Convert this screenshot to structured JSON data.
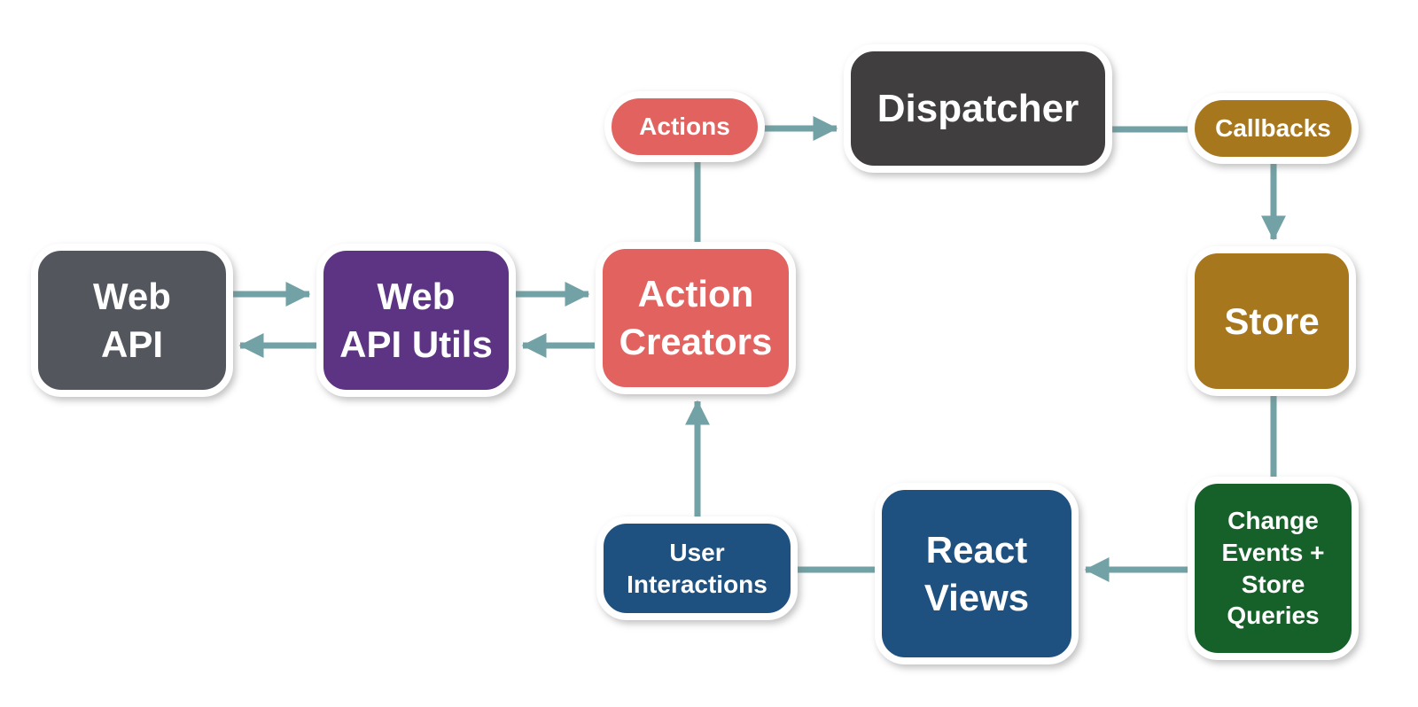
{
  "colors": {
    "background": "#ffffff",
    "arrow": "#72a2a5",
    "node_border": "#ffffff",
    "node_text": "#ffffff"
  },
  "nodes": {
    "web_api": {
      "label": "Web\nAPI",
      "color": "#54565e"
    },
    "web_api_utils": {
      "label": "Web\nAPI Utils",
      "color": "#5d3484"
    },
    "action_creators": {
      "label": "Action\nCreators",
      "color": "#e2625f"
    },
    "actions": {
      "label": "Actions",
      "color": "#e2625f"
    },
    "dispatcher": {
      "label": "Dispatcher",
      "color": "#413e3f"
    },
    "callbacks": {
      "label": "Callbacks",
      "color": "#a6771d"
    },
    "store": {
      "label": "Store",
      "color": "#a6771d"
    },
    "change_events": {
      "label": "Change\nEvents +\nStore\nQueries",
      "color": "#16602a"
    },
    "react_views": {
      "label": "React\nViews",
      "color": "#1e5180"
    },
    "user_interactions": {
      "label": "User\nInteractions",
      "color": "#1e5180"
    }
  },
  "edges": [
    {
      "from": "web_api",
      "to": "web_api_utils",
      "arrow": true
    },
    {
      "from": "web_api_utils",
      "to": "web_api",
      "arrow": true
    },
    {
      "from": "web_api_utils",
      "to": "action_creators",
      "arrow": true
    },
    {
      "from": "action_creators",
      "to": "web_api_utils",
      "arrow": true
    },
    {
      "from": "action_creators",
      "to": "actions",
      "arrow": false
    },
    {
      "from": "actions",
      "to": "dispatcher",
      "arrow": true
    },
    {
      "from": "dispatcher",
      "to": "callbacks",
      "arrow": false
    },
    {
      "from": "callbacks",
      "to": "store",
      "arrow": true
    },
    {
      "from": "store",
      "to": "change_events",
      "arrow": false
    },
    {
      "from": "change_events",
      "to": "react_views",
      "arrow": true
    },
    {
      "from": "react_views",
      "to": "user_interactions",
      "arrow": false
    },
    {
      "from": "user_interactions",
      "to": "action_creators",
      "arrow": true
    }
  ]
}
